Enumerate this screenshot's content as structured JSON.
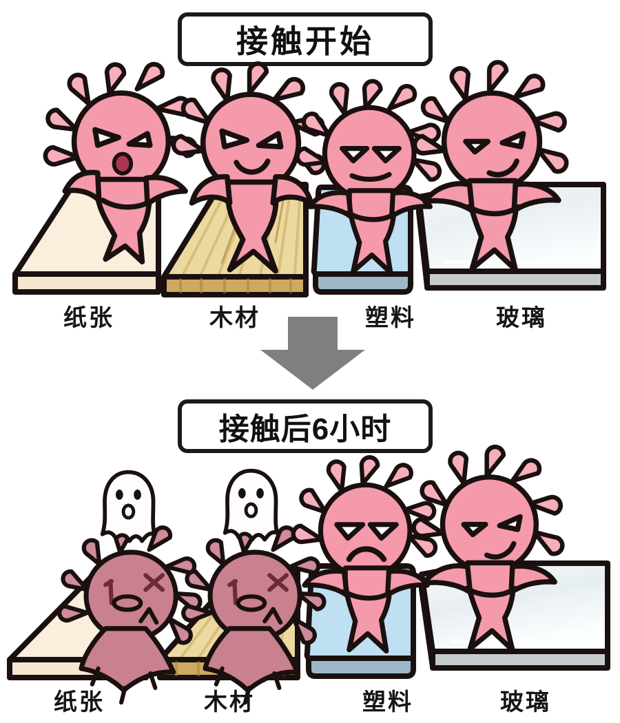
{
  "infographic": {
    "kind": "virus-surface-survival-comic",
    "background_color": "#ffffff",
    "sections": [
      {
        "id": "before",
        "title": "接触开始",
        "time_label": "接触开始"
      },
      {
        "id": "after",
        "title": "接触后6小时",
        "time_label": "接触后6小时"
      }
    ],
    "arrow": {
      "name": "down-arrow",
      "direction": "down",
      "color": "#7f7f7f"
    },
    "materials": [
      {
        "id": "paper",
        "label": "纸张",
        "top_color": "#fbeedd",
        "edge_color": "#f6e6cf",
        "grain": false
      },
      {
        "id": "wood",
        "label": "木材",
        "top_color": "#ecd9a0",
        "edge_color": "#c9a85c",
        "grain": true
      },
      {
        "id": "plastic",
        "label": "塑料",
        "top_color": "#bfdff2",
        "edge_color": "#8fadbf",
        "grain": false
      },
      {
        "id": "glass",
        "label": "玻璃",
        "top_color": "#eef3f6",
        "edge_color": "#b9bfc2",
        "grain": false
      }
    ],
    "virus_palette": {
      "alive_body": "#f49aab",
      "alive_spike": "#f7aebb",
      "dead_body": "#c9808f",
      "dead_spike": "#cf8b99",
      "outline": "#1a1010",
      "mouth_dark": "#a8374f",
      "ghost_body": "#fdfdfd"
    },
    "rows": [
      {
        "row_id": "before",
        "cells": [
          {
            "material": "paper",
            "label": "纸张",
            "state": "alive",
            "expression": "angry-open-mouth",
            "ghost": false
          },
          {
            "material": "wood",
            "label": "木材",
            "state": "alive",
            "expression": "angry-smirk",
            "ghost": false
          },
          {
            "material": "plastic",
            "label": "塑料",
            "state": "alive",
            "expression": "tired-neutral",
            "ghost": false
          },
          {
            "material": "glass",
            "label": "玻璃",
            "state": "alive",
            "expression": "sly-smirk",
            "ghost": false
          }
        ]
      },
      {
        "row_id": "after",
        "cells": [
          {
            "material": "paper",
            "label": "纸张",
            "state": "dead",
            "expression": "x-eyes-dead",
            "ghost": true
          },
          {
            "material": "wood",
            "label": "木材",
            "state": "dead",
            "expression": "x-eyes-dead",
            "ghost": true
          },
          {
            "material": "plastic",
            "label": "塑料",
            "state": "alive",
            "expression": "sad-frown",
            "ghost": false
          },
          {
            "material": "glass",
            "label": "玻璃",
            "state": "alive",
            "expression": "sly-smirk",
            "ghost": false
          }
        ]
      }
    ]
  }
}
